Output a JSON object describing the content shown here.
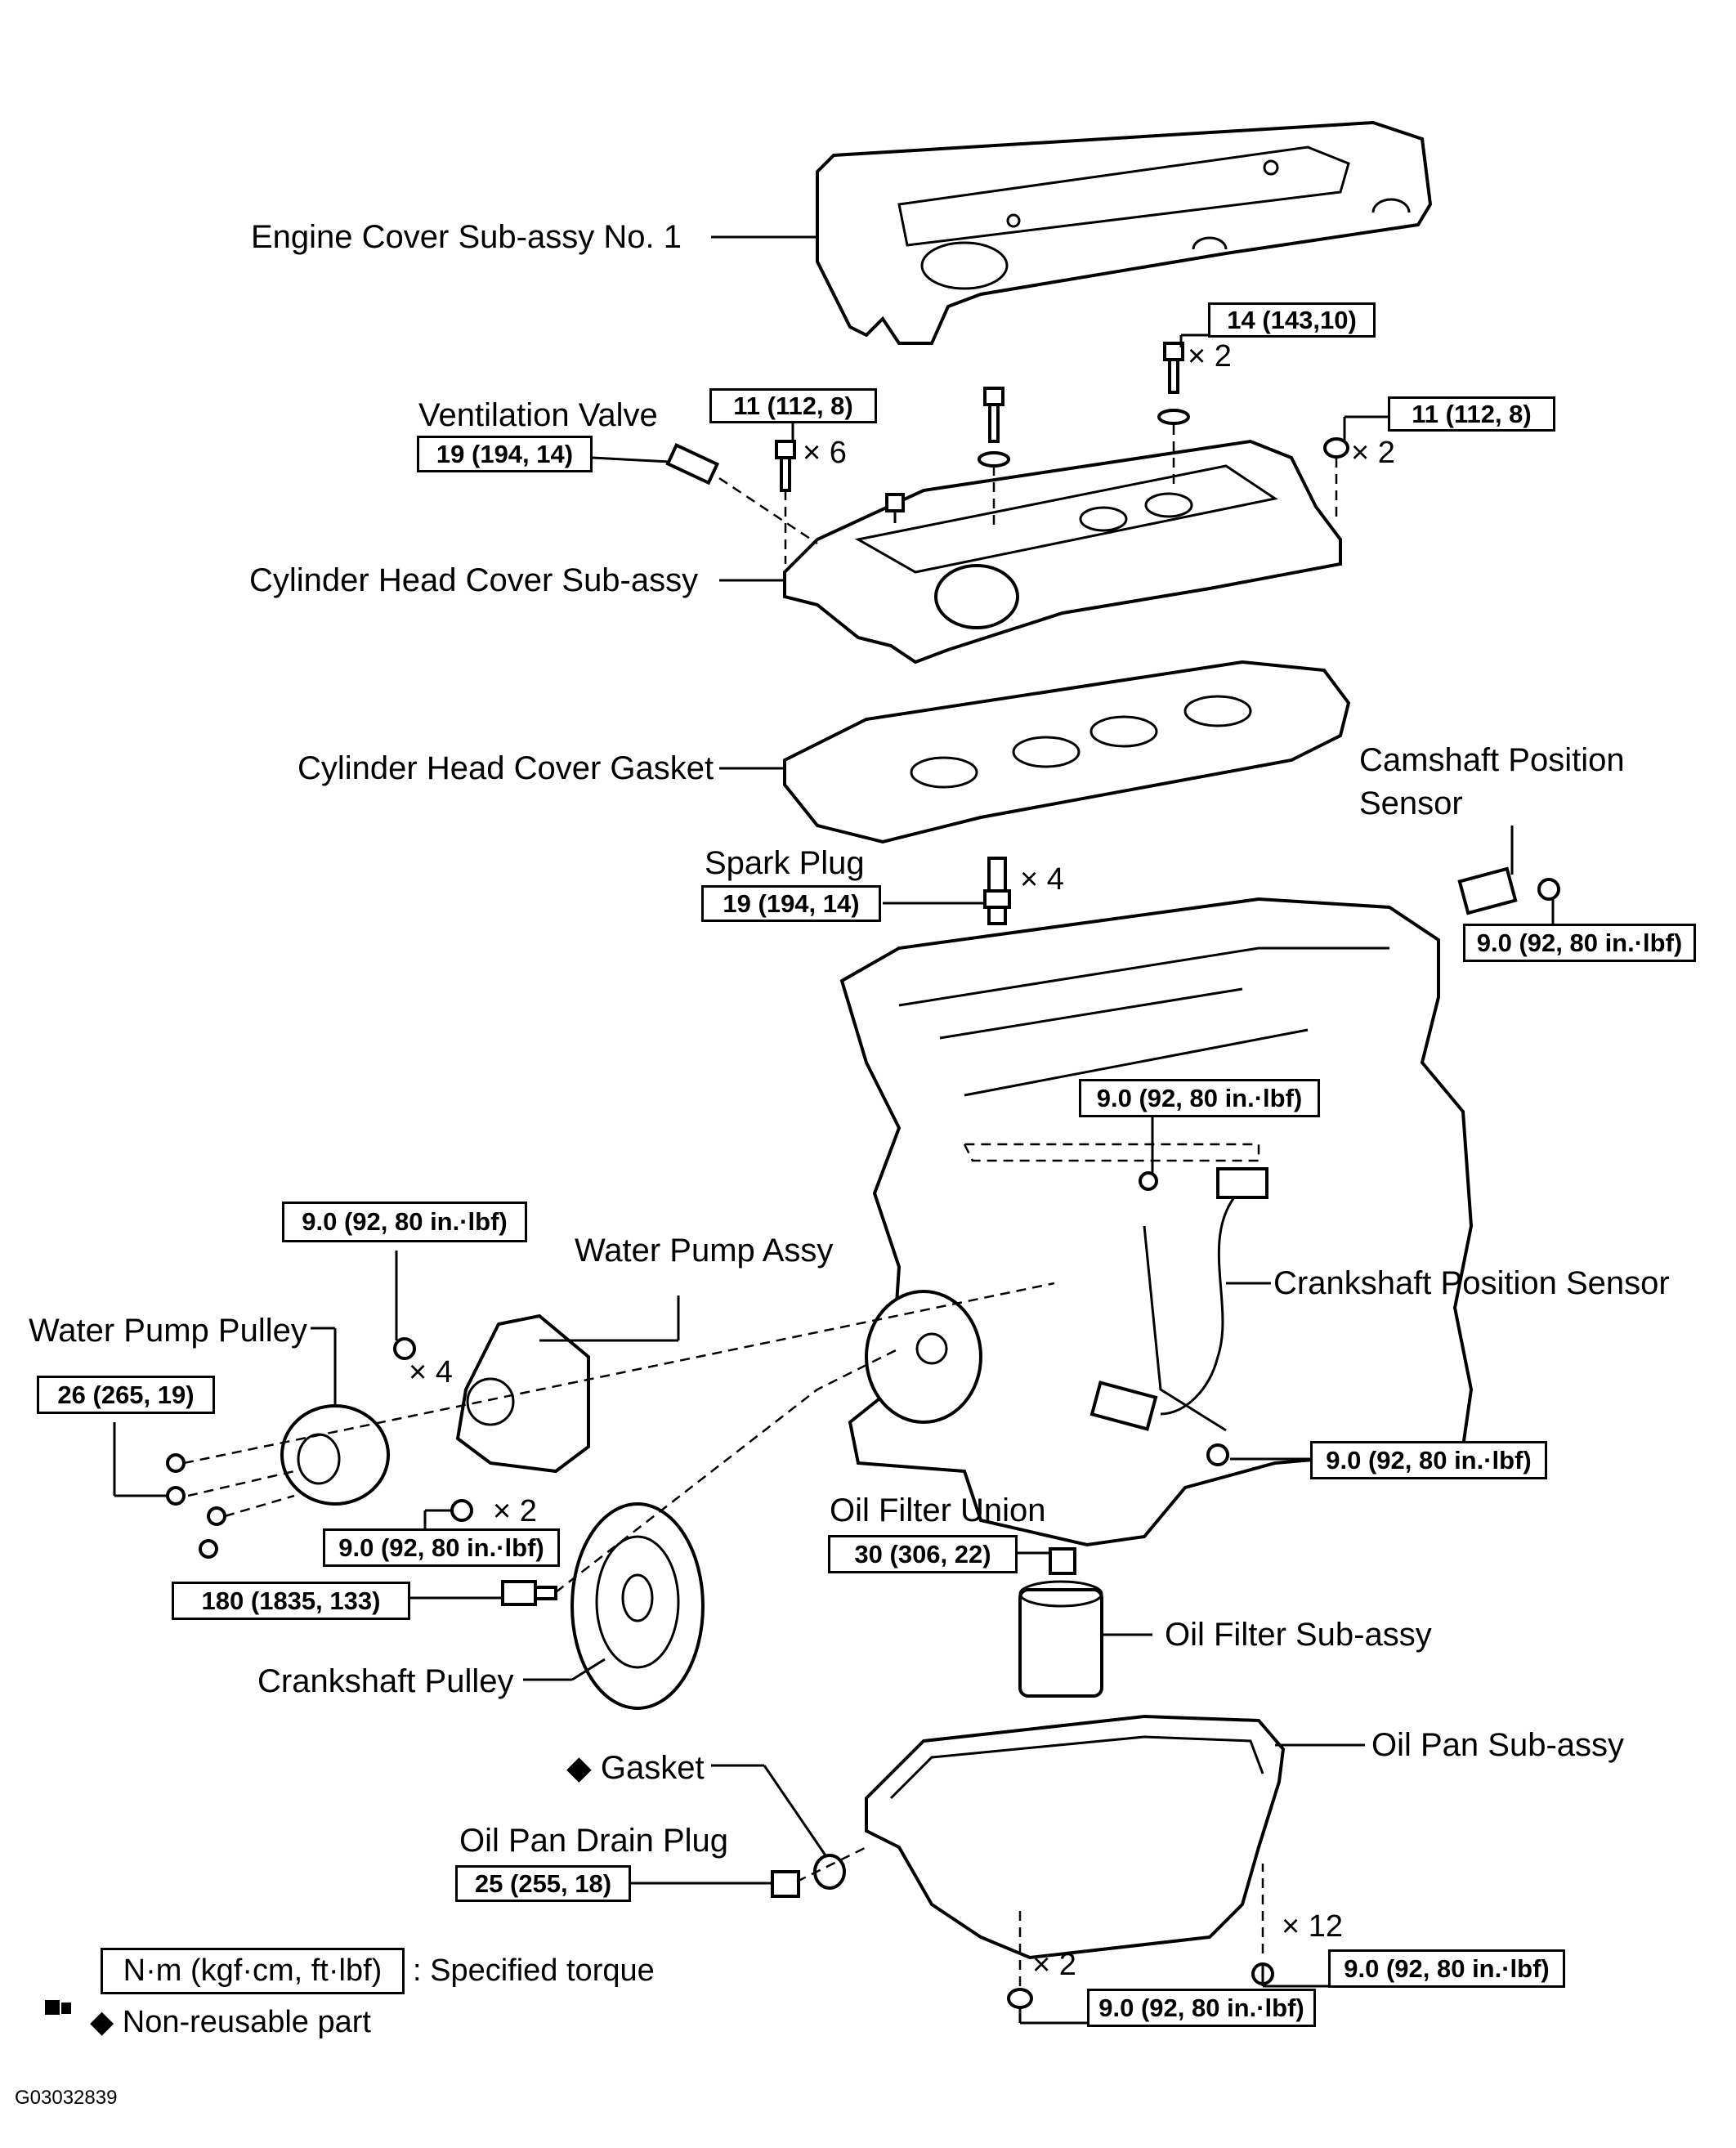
{
  "parts": {
    "engine_cover": "Engine Cover Sub-assy No. 1",
    "ventilation_valve": "Ventilation Valve",
    "cylinder_head_cover": "Cylinder Head Cover Sub-assy",
    "cylinder_head_cover_gasket": "Cylinder Head Cover Gasket",
    "camshaft_position_sensor_1": "Camshaft Position",
    "camshaft_position_sensor_2": "Sensor",
    "spark_plug": "Spark Plug",
    "water_pump_assy": "Water Pump Assy",
    "water_pump_pulley": "Water Pump Pulley",
    "crankshaft_position_sensor": "Crankshaft Position Sensor",
    "oil_filter_union": "Oil Filter Union",
    "oil_filter": "Oil Filter Sub-assy",
    "crankshaft_pulley": "Crankshaft Pulley",
    "oil_pan": "Oil Pan Sub-assy",
    "gasket": "◆ Gasket",
    "oil_pan_drain_plug": "Oil Pan Drain Plug"
  },
  "torques": {
    "cover_bolt": "14 (143,10)",
    "head_cover_bolt": "11 (112, 8)",
    "head_cover_nut": "11 (112, 8)",
    "ventilation_valve": "19 (194, 14)",
    "spark_plug": "19 (194, 14)",
    "camshaft_sensor": "9.0 (92, 80 in.·lbf)",
    "crank_sensor_upper": "9.0 (92, 80 in.·lbf)",
    "water_pump": "9.0 (92, 80 in.·lbf)",
    "water_pump_pulley": "26 (265, 19)",
    "crank_sensor_lower": "9.0 (92, 80 in.·lbf)",
    "water_pump_nut": "9.0 (92, 80 in.·lbf)",
    "oil_filter_union": "30 (306, 22)",
    "crankshaft_pulley": "180 (1835, 133)",
    "drain_plug": "25 (255, 18)",
    "oil_pan_bolts": "9.0 (92, 80 in.·lbf)",
    "oil_pan_nuts": "9.0 (92, 80 in.·lbf)"
  },
  "counts": {
    "cover_bolt": "× 2",
    "head_cover_bolt": "× 6",
    "head_cover_nut": "× 2",
    "spark_plug": "× 4",
    "water_pump": "× 4",
    "water_pump_nut": "× 2",
    "oil_pan_bolts": "× 12",
    "oil_pan_nuts": "× 2"
  },
  "legend": {
    "torque_unit": "N·m (kgf·cm, ft·lbf)",
    "torque_desc": ": Specified torque",
    "nonreusable": "◆  Non-reusable part"
  },
  "figure_id": "G03032839"
}
